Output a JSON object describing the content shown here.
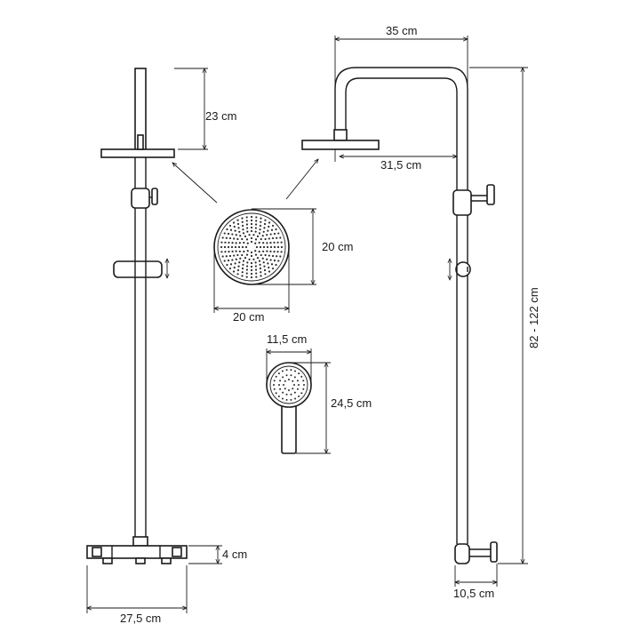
{
  "labels": {
    "column_height": "23 cm",
    "thermostat_height": "4 cm",
    "thermostat_width": "27,5 cm",
    "arm_width": "35 cm",
    "arm_projection": "31,5 cm",
    "head_height": "20 cm",
    "head_width": "20 cm",
    "hand_width": "11,5 cm",
    "hand_length": "24,5 cm",
    "total_height": "82 - 122 cm",
    "wall_offset": "10,5 cm"
  },
  "colors": {
    "line": "#1a1a1a",
    "background": "#ffffff"
  },
  "icons": {
    "adjust_arrow": "double-arrow-vertical"
  }
}
